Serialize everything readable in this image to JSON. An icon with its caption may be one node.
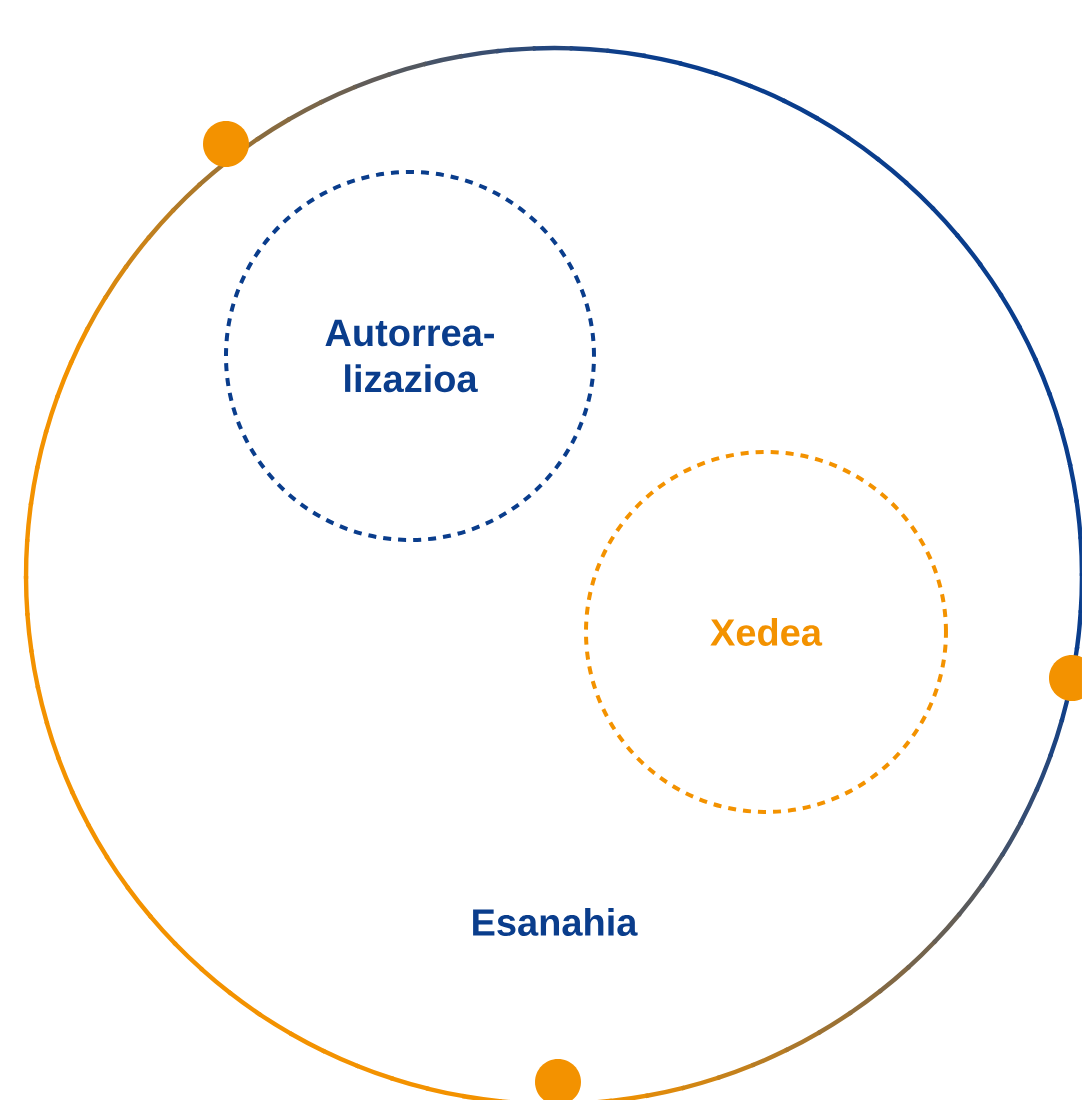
{
  "diagram": {
    "nodes": [
      {
        "text": [
          "Esanahia"
        ]
      },
      {
        "text": [
          "Autorrea-lizazioa"
        ],
        "in": 0
      },
      {
        "text": [
          "Xedea"
        ],
        "in": 0
      }
    ]
  }
}
